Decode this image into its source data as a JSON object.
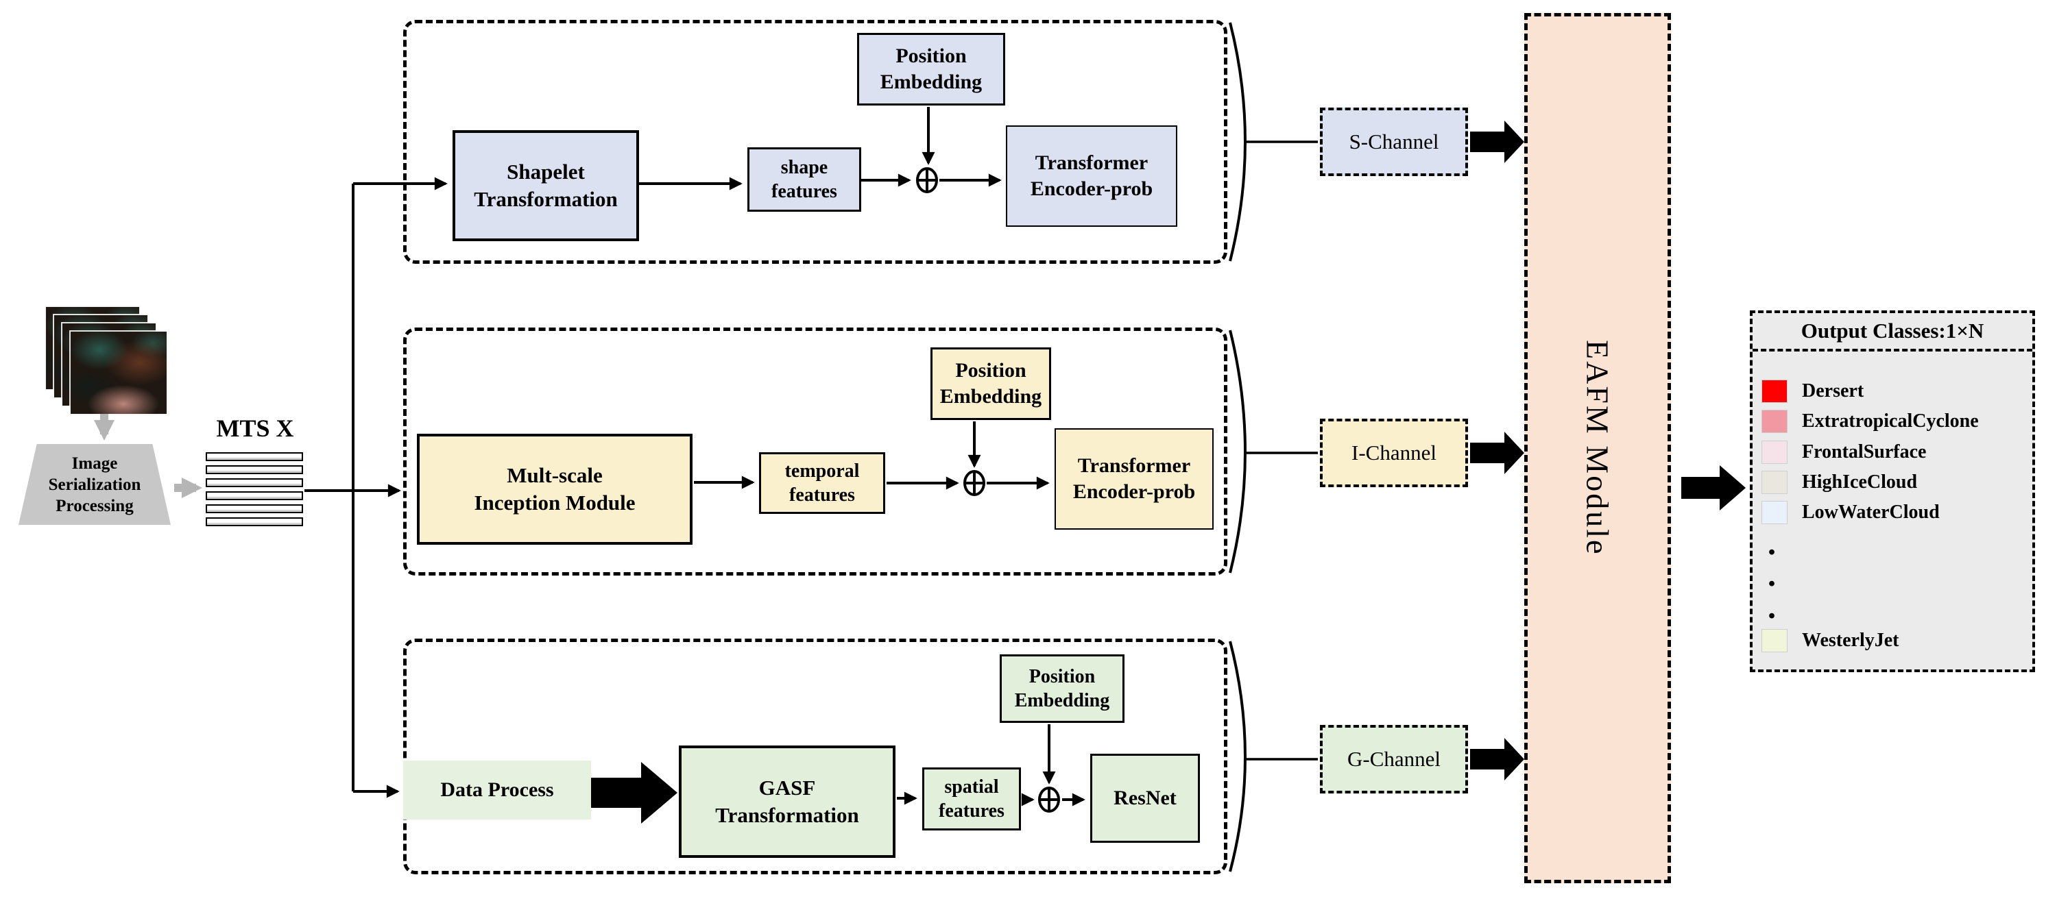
{
  "input": {
    "mts_label": "MTS X",
    "trapezoid": {
      "line1": "Image",
      "line2": "Serialization",
      "line3": "Processing"
    }
  },
  "branch_s": {
    "color": "#DCE1F2",
    "main_box": {
      "line1": "Shapelet",
      "line2": "Transformation"
    },
    "feature_box": {
      "line1": "shape",
      "line2": "features"
    },
    "position_embedding": {
      "line1": "Position",
      "line2": "Embedding"
    },
    "encoder_box": {
      "line1": "Transformer",
      "line2": "Encoder-prob"
    },
    "channel_label": "S-Channel"
  },
  "branch_i": {
    "color": "#FBF0CD",
    "main_box": {
      "line1": "Mult-scale",
      "line2": "Inception Module"
    },
    "feature_box": {
      "line1": "temporal",
      "line2": "features"
    },
    "position_embedding": {
      "line1": "Position",
      "line2": "Embedding"
    },
    "encoder_box": {
      "line1": "Transformer",
      "line2": "Encoder-prob"
    },
    "channel_label": "I-Channel"
  },
  "branch_g": {
    "color": "#E2EFDA",
    "data_process_label": "Data Process",
    "data_process_color": "#E6F2DF",
    "main_box": {
      "line1": "GASF",
      "line2": "Transformation"
    },
    "feature_box": {
      "line1": "spatial",
      "line2": "features"
    },
    "position_embedding": {
      "line1": "Position",
      "line2": "Embedding"
    },
    "encoder_label": "ResNet",
    "channel_label": "G-Channel"
  },
  "eafm": {
    "label": "EAFM Module",
    "color": "#FAE3D3"
  },
  "output": {
    "header": "Output Classes:1×N",
    "background": "#EBEBEB",
    "classes": [
      {
        "label": "Dersert",
        "color": "#FF0000"
      },
      {
        "label": "ExtratropicalCyclone",
        "color": "#F099A3"
      },
      {
        "label": "FrontalSurface",
        "color": "#F6E3EA"
      },
      {
        "label": "HighIceCloud",
        "color": "#EAE8DE"
      },
      {
        "label": "LowWaterCloud",
        "color": "#E9F1FB"
      },
      {
        "label": "WesterlyJet",
        "color": "#F1F6DB"
      }
    ],
    "dots": [
      ".",
      ".",
      "."
    ]
  }
}
